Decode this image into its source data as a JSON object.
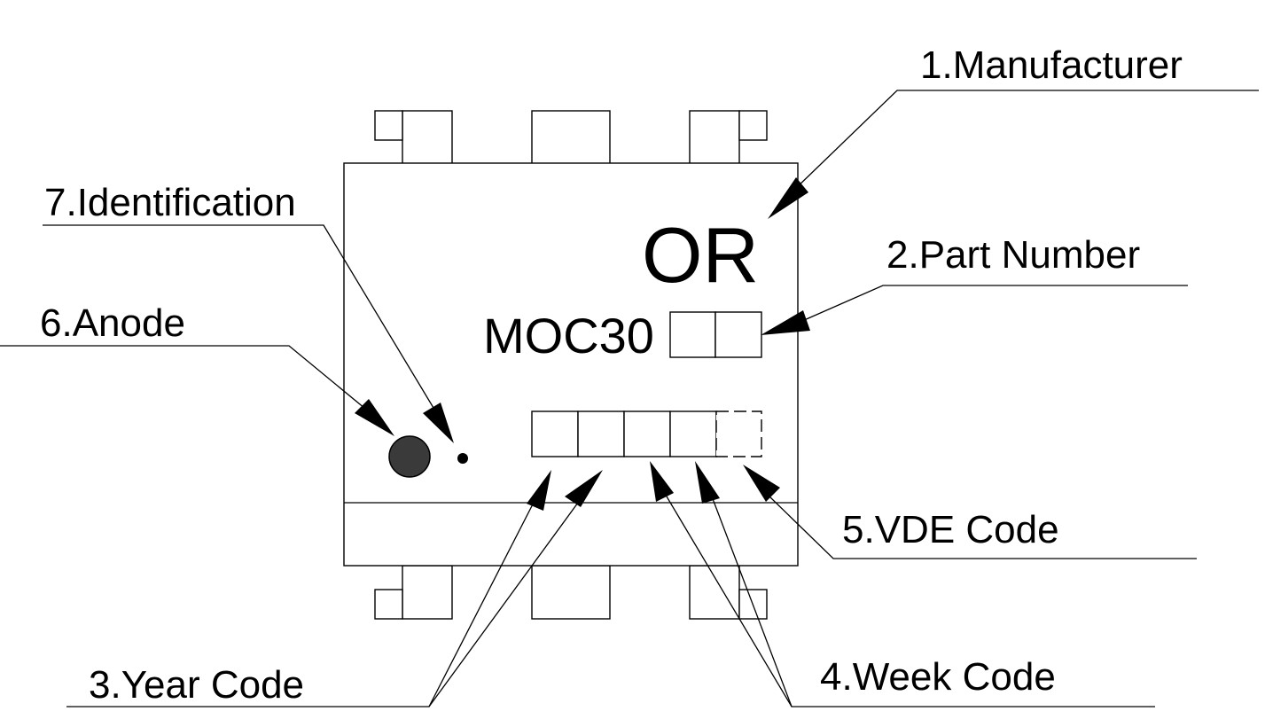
{
  "labels": {
    "manufacturer": "1.Manufacturer",
    "part_number": "2.Part Number",
    "year_code": "3.Year Code",
    "week_code": "4.Week Code",
    "vde_code": "5.VDE Code",
    "anode": "6.Anode",
    "identification": "7.Identification"
  },
  "marking": {
    "logo": "OR",
    "part_prefix": "MOC30"
  },
  "colors": {
    "ink": "#000000",
    "anode_dot": "#3a3a3a",
    "background": "#ffffff"
  }
}
